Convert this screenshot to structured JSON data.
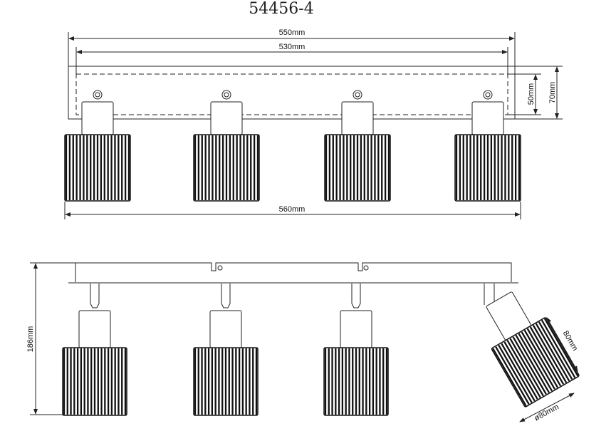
{
  "title": "54456-4",
  "dimensions": {
    "plate_length": "550mm",
    "inner_length": "530mm",
    "overall_length": "560mm",
    "inner_depth": "50mm",
    "plate_depth": "70mm",
    "height": "186mm",
    "shade_length": "80mm",
    "shade_diameter": "ø80mm"
  },
  "colors": {
    "line": "#222222",
    "stripe": "#111111"
  }
}
